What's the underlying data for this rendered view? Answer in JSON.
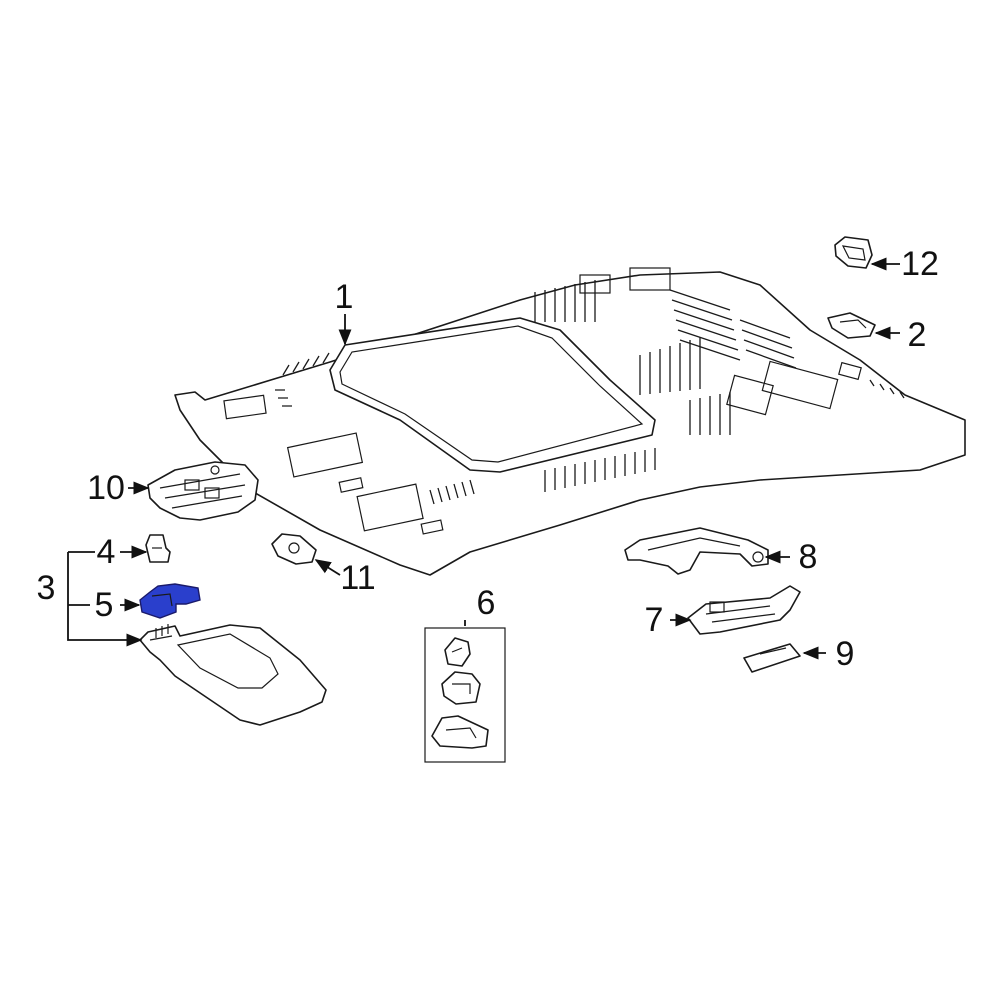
{
  "diagram": {
    "highlight_color": "#2a3fcc",
    "line_color": "#1a1a1a",
    "callouts": {
      "c1": "1",
      "c2": "2",
      "c3": "3",
      "c4": "4",
      "c5": "5",
      "c6": "6",
      "c7": "7",
      "c8": "8",
      "c9": "9",
      "c10": "10",
      "c11": "11",
      "c12": "12"
    },
    "highlighted_part": "5"
  }
}
